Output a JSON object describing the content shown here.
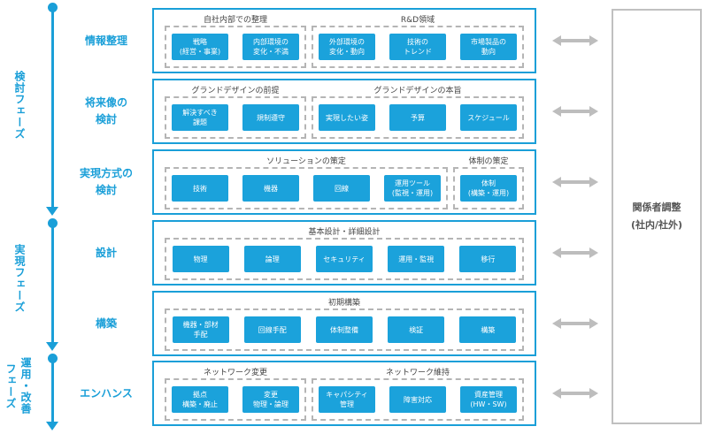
{
  "phases": {
    "review": "検討フェーズ",
    "implementation": "実現フェーズ",
    "operation_line1": "運用・改善",
    "operation_line2": "フェーズ"
  },
  "rows": [
    {
      "stage": [
        "情報整理"
      ],
      "groups": [
        {
          "label": "自社内部での整理",
          "items": [
            "戦略\n(経営・事業)",
            "内部環境の\n変化・不満"
          ]
        },
        {
          "label": "R&D領域",
          "items": [
            "外部環境の\n変化・動向",
            "技術の\nトレンド",
            "市場製品の\n動向"
          ]
        }
      ]
    },
    {
      "stage": [
        "将来像の",
        "検討"
      ],
      "groups": [
        {
          "label": "グランドデザインの前提",
          "items": [
            "解決すべき\n課題",
            "規制遵守"
          ]
        },
        {
          "label": "グランドデザインの本旨",
          "items": [
            "実現したい姿",
            "予算",
            "スケジュール"
          ]
        }
      ]
    },
    {
      "stage": [
        "実現方式の",
        "検討"
      ],
      "groups": [
        {
          "label": "ソリューションの策定",
          "items": [
            "技術",
            "機器",
            "回線",
            "運用ツール\n(監視・運用)"
          ]
        },
        {
          "label": "体制の策定",
          "items": [
            "体制\n(構築・運用)"
          ]
        }
      ]
    },
    {
      "stage": [
        "設計"
      ],
      "groups": [
        {
          "label": "基本設計・詳細設計",
          "items": [
            "物理",
            "論理",
            "セキュリティ",
            "運用・監視",
            "移行"
          ]
        }
      ]
    },
    {
      "stage": [
        "構築"
      ],
      "groups": [
        {
          "label": "初期構築",
          "items": [
            "機器・部材\n手配",
            "回線手配",
            "体制整備",
            "検証",
            "構築"
          ]
        }
      ]
    },
    {
      "stage": [
        "エンハンス"
      ],
      "groups": [
        {
          "label": "ネットワーク変更",
          "items": [
            "拠点\n構築・廃止",
            "変更\n物理・論理"
          ]
        },
        {
          "label": "ネットワーク維持",
          "items": [
            "キャパシティ\n管理",
            "障害対応",
            "資産管理\n(HW・SW)"
          ]
        }
      ]
    }
  ],
  "stakeholder": {
    "line1": "関係者調整",
    "line2": "(社内/社外)"
  },
  "colors": {
    "accent": "#1a9fd8",
    "box": "#1ba2db",
    "dashed": "#b5b5b5",
    "arrow": "#bdbdbd"
  }
}
